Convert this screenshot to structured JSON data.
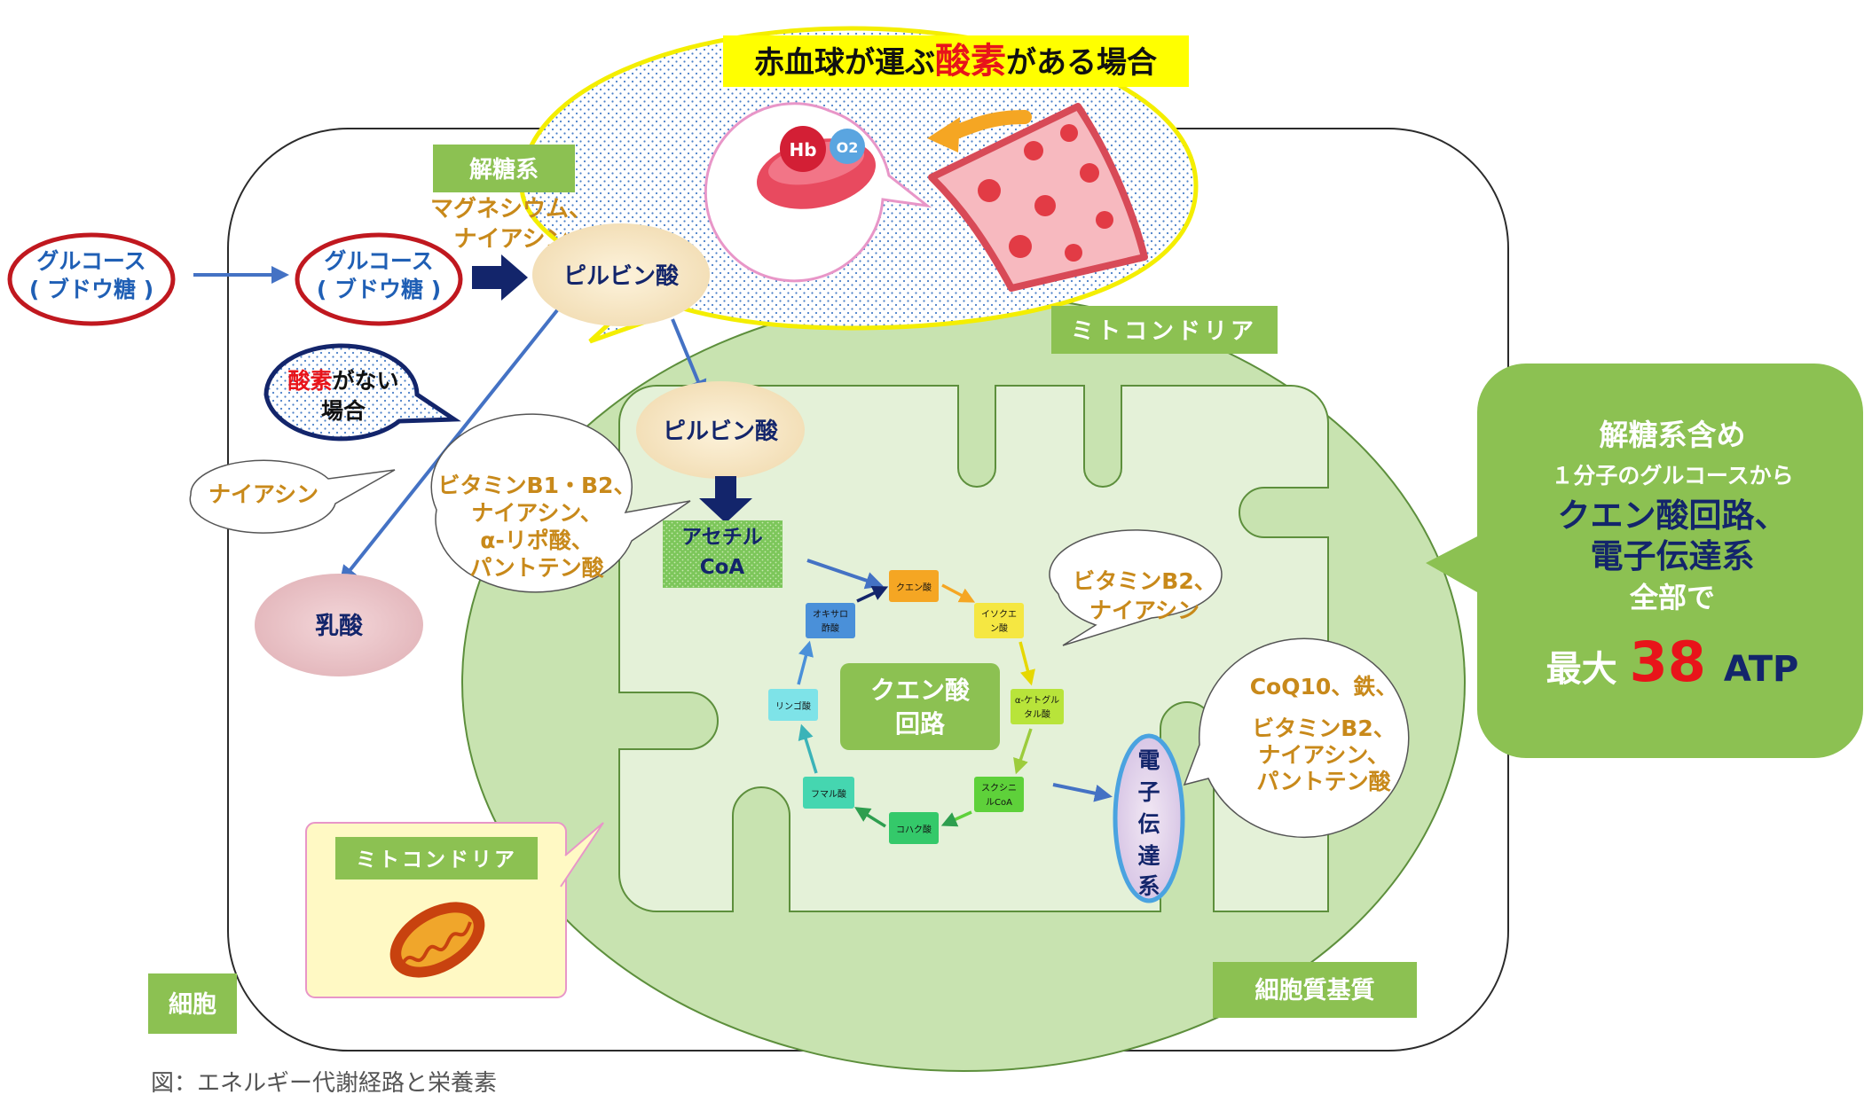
{
  "title": {
    "pre": "赤血球が運ぶ",
    "highlight": "酸素",
    "post": "がある場合"
  },
  "icons": {
    "hemoglobin": "Hb",
    "oxygen": "O2"
  },
  "glycolysis": {
    "label": "解糖系",
    "nutrient_line1": "マグネシウム、",
    "nutrient_line2": "ナイアシン"
  },
  "glucose_outside": {
    "line1": "グルコース",
    "line2": "( ブドウ糖 )"
  },
  "glucose_inside": {
    "line1": "グルコース",
    "line2": "( ブドウ糖 )"
  },
  "pyruvate1": "ピルビン酸",
  "pyruvate2": "ピルビン酸",
  "no_oxygen": {
    "highlight": "酸素",
    "post": "がない",
    "line2": "場合"
  },
  "niacin_bubble": "ナイアシン",
  "lactic_acid": "乳酸",
  "mito_label": "ミトコンドリア",
  "acetyl_bubble": {
    "line1": "ビタミンB1・B2、",
    "line2": "ナイアシン、",
    "line3": "α-リポ酸、",
    "line4": "パントテン酸"
  },
  "acetyl_coa": {
    "line1": "アセチル",
    "line2": "CoA"
  },
  "tca_cycle": {
    "line1": "クエン酸",
    "line2": "回路"
  },
  "tca_steps": {
    "citrate": "クエン酸",
    "isocitrate1": "イソクエ",
    "isocitrate2": "ン酸",
    "ketoglutarate1": "α-ケトグル",
    "ketoglutarate2": "タル酸",
    "succinylcoa1": "スクシニ",
    "succinylcoa2": "ルCoA",
    "succinate": "コハク酸",
    "fumarate": "フマル酸",
    "malate": "リンゴ酸",
    "oxaloacetate1": "オキサロ",
    "oxaloacetate2": "酢酸"
  },
  "tca_bubble": {
    "line1": "ビタミンB2、",
    "line2": "ナイアシン"
  },
  "etc_bubble": {
    "line1": "CoQ10、鉄、",
    "line2": "ビタミンB2、",
    "line3": "ナイアシン、",
    "line4": "パントテン酸"
  },
  "etc": {
    "c1": "電",
    "c2": "子",
    "c3": "伝",
    "c4": "達",
    "c5": "系"
  },
  "result": {
    "line1": "解糖系含め",
    "line2": "１分子のグルコースから",
    "line3": "クエン酸回路、",
    "line4": "電子伝達系",
    "line5": "全部で",
    "max": "最大",
    "number": "38",
    "unit": "ATP"
  },
  "inset_label": "ミトコンドリア",
  "cell_label": "細胞",
  "cytoplasm_label": "細胞質基質",
  "caption": "図：エネルギー代謝経路と栄養素",
  "colors": {
    "title_red": "#e8141a",
    "dark_blue": "#13256b",
    "glucose_blue": "#1f5fb5",
    "ring_red": "#c0181f",
    "gold": "#c8891a",
    "green_label": "#8cc152",
    "mito_fill": "#c8e3b0"
  }
}
